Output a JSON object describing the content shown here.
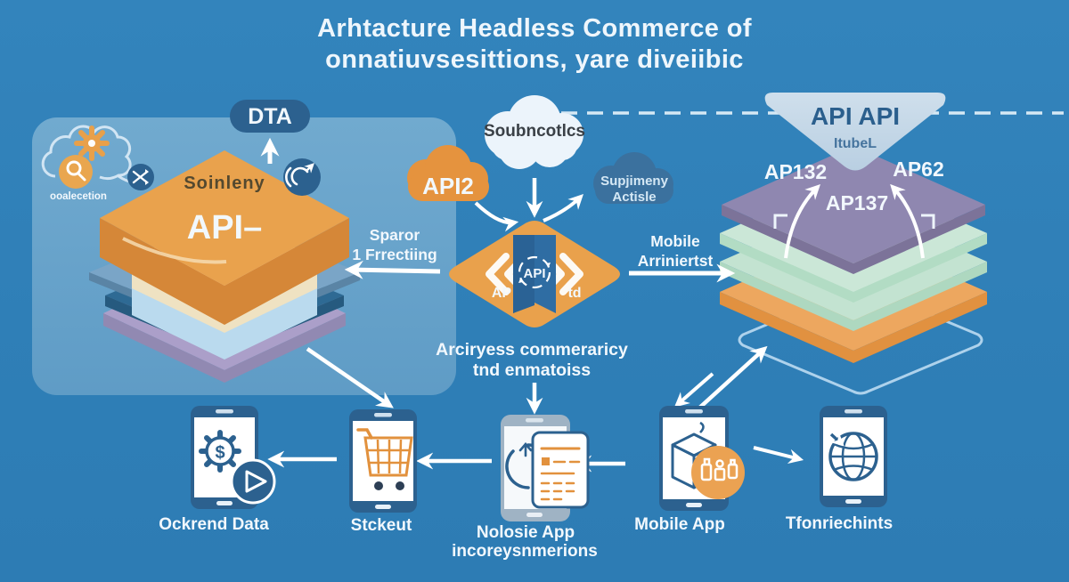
{
  "title": {
    "line1": "Arhtacture Headless Commerce of",
    "line2": "onnatiuvsesittions, yare diveiibic"
  },
  "colors": {
    "background": "#3080b8",
    "panel": "#69a5cb",
    "accent_orange": "#e9a14c",
    "badge_blue": "#2c618f",
    "purple_layer": "#8f87b0",
    "mint_layer": "#c9e6d6",
    "cream_layer": "#f5ecd2",
    "white": "#ffffff"
  },
  "left_group": {
    "cloud_caption": "ooalecetion",
    "badge_label": "DTA",
    "stack_top_caption": "Soinleny",
    "stack_api_label": "API–",
    "side_note_line1": "Sparor",
    "side_note_line2": "1 Frrectiing"
  },
  "center_group": {
    "white_cloud_label": "Soubncotlcs",
    "orange_cloud_label": "API2",
    "dark_cloud_line1": "Supjimeny",
    "dark_cloud_line2": "Actisle",
    "hub_label": "API",
    "hub_fragment_left": "AP",
    "hub_fragment_right": "td",
    "note_line1": "Arciryess commeraricy",
    "note_line2": "tnd enmatoiss",
    "right_note_line1": "Mobile",
    "right_note_line2": "Arriniertst"
  },
  "right_group": {
    "funnel_line1": "API API",
    "funnel_line2": "ItubeL",
    "layer_label_left": "AP132",
    "layer_label_right": "AP62",
    "layer_label_center": "AP137"
  },
  "bottom_row": {
    "items": [
      {
        "label": "Ockrend Data"
      },
      {
        "label": "Stckeut"
      },
      {
        "label": "Nolosie App",
        "label2": "incoreysnmerions"
      },
      {
        "label": "Mobile App"
      },
      {
        "label": "Tfonriechints"
      }
    ]
  }
}
